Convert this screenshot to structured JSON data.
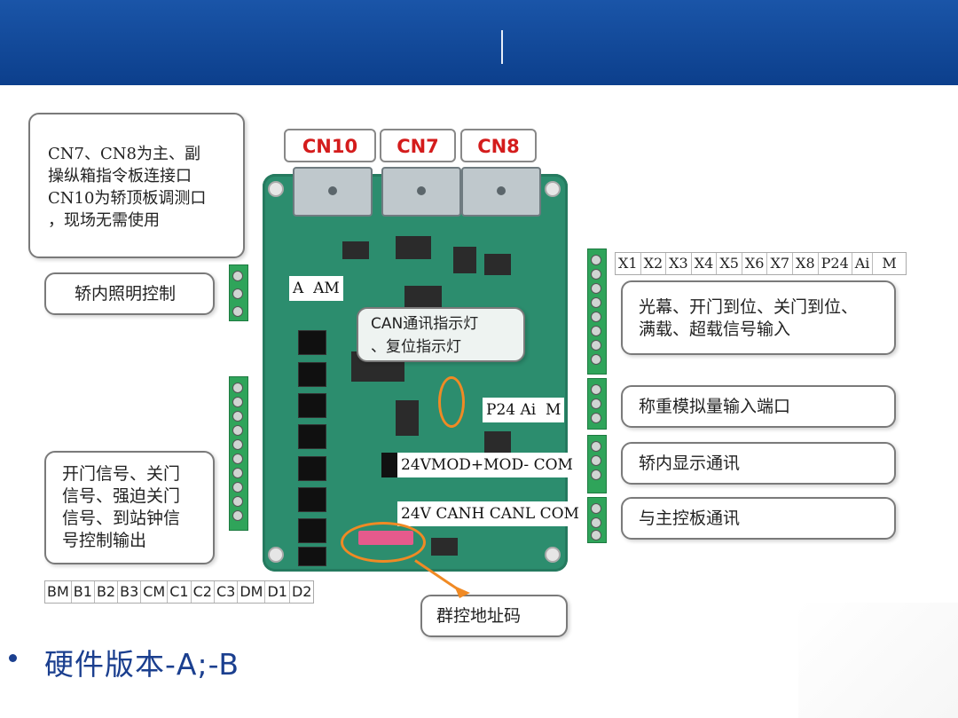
{
  "colors": {
    "header": "#1a55a8",
    "accent_red": "#d41c1c",
    "highlight": "#f08a24",
    "board": "#2c8d6e",
    "title": "#1b3f8f"
  },
  "connectors": {
    "cn10": "CN10",
    "cn7": "CN7",
    "cn8": "CN8"
  },
  "callouts": {
    "top_left": [
      "CN7、CN8为主、副",
      "操纵箱指令板连接口",
      "CN10为轿顶板调测口",
      "，现场无需使用"
    ],
    "car_lighting": "轿内照明控制",
    "can_led": [
      "CAN通讯指示灯",
      "、复位指示灯"
    ],
    "light_curtain": [
      "光幕、开门到位、关门到位、",
      "满载、超载信号输入"
    ],
    "weighing": "称重模拟量输入端口",
    "car_display": "轿内显示通讯",
    "main_board": "与主控板通讯",
    "door_signals": [
      "开门信号、关门",
      "信号、强迫关门",
      "信号、到站钟信",
      "号控制输出"
    ],
    "group_control": "群控地址码"
  },
  "terminals": {
    "inputs": [
      "X1",
      "X2",
      "X3",
      "X4",
      "X5",
      "X6",
      "X7",
      "X8",
      "P24",
      "Ai",
      "M"
    ],
    "outputs": [
      "BM",
      "B1",
      "B2",
      "B3",
      "CM",
      "C1",
      "C2",
      "C3",
      "DM",
      "D1",
      "D2"
    ],
    "lighting": [
      "A",
      "AM"
    ],
    "weigh": [
      "P24",
      "Ai",
      "M"
    ],
    "mod": [
      "24V",
      "MOD+",
      "MOD-",
      "COM"
    ],
    "can": [
      "24V",
      "CANH",
      "CANL",
      "COM"
    ]
  },
  "version": "硬件版本-A;-B"
}
